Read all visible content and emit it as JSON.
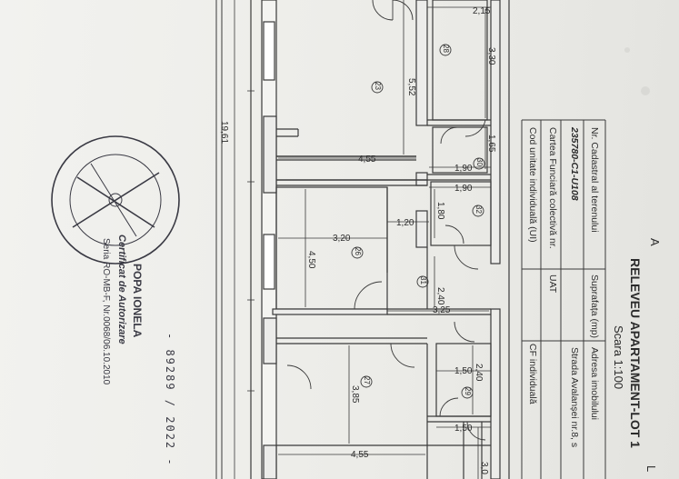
{
  "header": {
    "title": "RELEVEU APARTAMENT-LOT 1",
    "scale": "Scara 1:100",
    "corner_letter": "A",
    "corner_bottom": "L"
  },
  "info_table": {
    "col1_header": "Nr. Cadastral al terenului",
    "col1_value": "235780-C1-U108",
    "col1_row2": "Cartea Funciară colectivă nr.",
    "col1_row3": "Cod unitate individuală (UI)",
    "col2_header": "Suprafața (mp)",
    "col2_row2": "UAT",
    "col2_row3": "CF individuală",
    "col3_header": "Adresa imobilului",
    "col3_value": "Strada Avalanșei nr.8, s"
  },
  "plan": {
    "dims": {
      "overall_length": "19,61",
      "d_2_15": "2,15",
      "d_3_30": "3,30",
      "d_5_52": "5,52",
      "d_4_55_a": "4,55",
      "d_1_65": "1,65",
      "d_1_90_a": "1,90",
      "d_1_90_b": "1,90",
      "d_1_80": "1,80",
      "d_1_20": "1,20",
      "d_3_20": "3,20",
      "d_4_50": "4,50",
      "d_2_40_a": "2,40",
      "d_3_25": "3,25",
      "d_1_50_a": "1,50",
      "d_2_40_b": "2,40",
      "d_3_85": "3,85",
      "d_1_50_b": "1,50",
      "d_4_55_b": "4,55",
      "d_3_0": "3,0"
    },
    "rooms": {
      "r23": "23",
      "r28": "28",
      "r30": "30",
      "r32": "32",
      "r26": "26",
      "r31": "31",
      "r29": "29",
      "r27": "27"
    }
  },
  "stamp": {
    "name": "POPA IONELA",
    "certificate": "Certificat de Autorizare",
    "series": "Seria RO-MB-F, Nr.0068/06.10.2010",
    "handwritten": "- 89289 / 2022 -"
  },
  "colors": {
    "ink": "#2b2b2b",
    "stamp_ink": "#3a3a44",
    "paper": "#eeeeea"
  }
}
